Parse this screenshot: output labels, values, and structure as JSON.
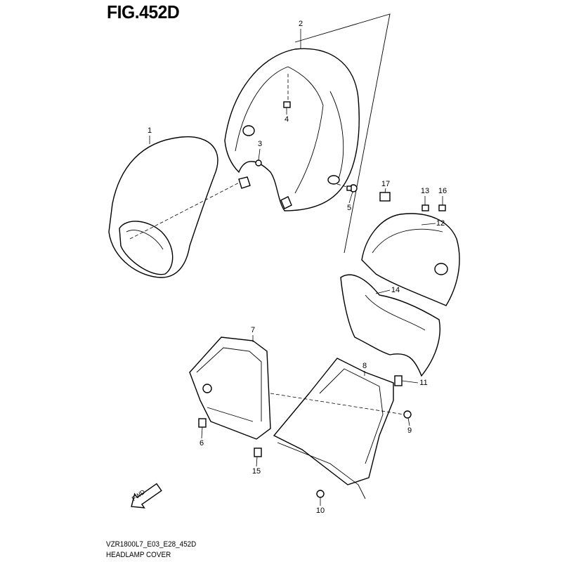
{
  "figure": {
    "title": "FIG.452D",
    "model_code": "VZR1800L7_E03_E28_452D",
    "caption": "HEADLAMP COVER",
    "fwd_label": "FWD"
  },
  "callouts": [
    "1",
    "2",
    "3",
    "4",
    "5",
    "6",
    "7",
    "8",
    "9",
    "10",
    "11",
    "12",
    "13",
    "14",
    "15",
    "16",
    "17"
  ]
}
